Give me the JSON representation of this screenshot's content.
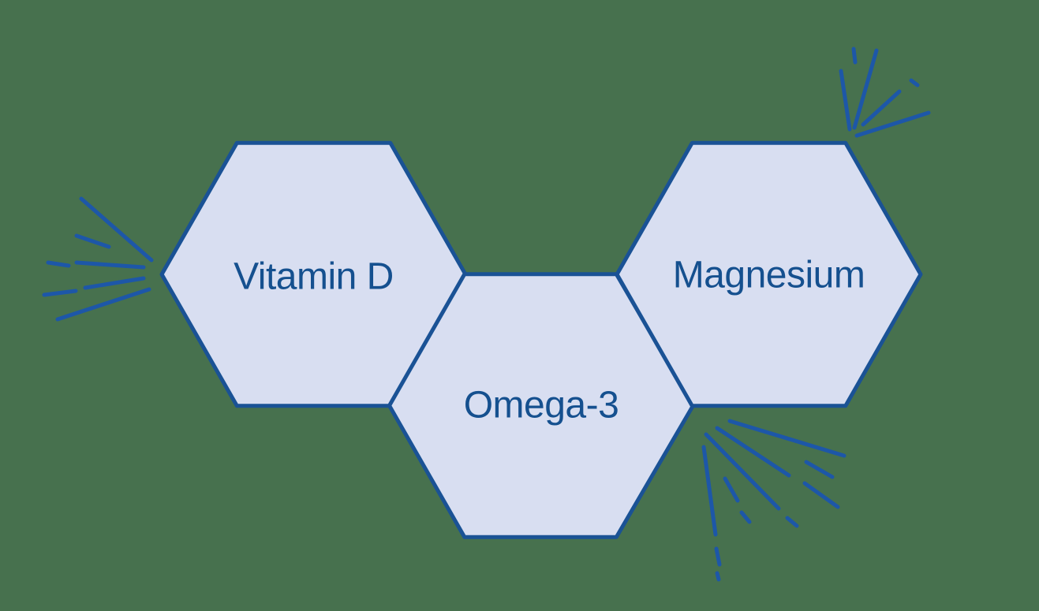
{
  "background_color": "#47714e",
  "colors": {
    "hexagon_fill": "#d8def1",
    "hexagon_border": "#1a5295",
    "label_text": "#15508f",
    "sparkle_stroke": "#1d57a8"
  },
  "hexagons": [
    {
      "label": "Vitamin D"
    },
    {
      "label": "Omega-3"
    },
    {
      "label": "Magnesium"
    }
  ],
  "decorations": {
    "left_burst": "sparkle-burst-icon",
    "top_right_burst": "sparkle-burst-icon",
    "bottom_right_burst": "sparkle-burst-icon"
  }
}
